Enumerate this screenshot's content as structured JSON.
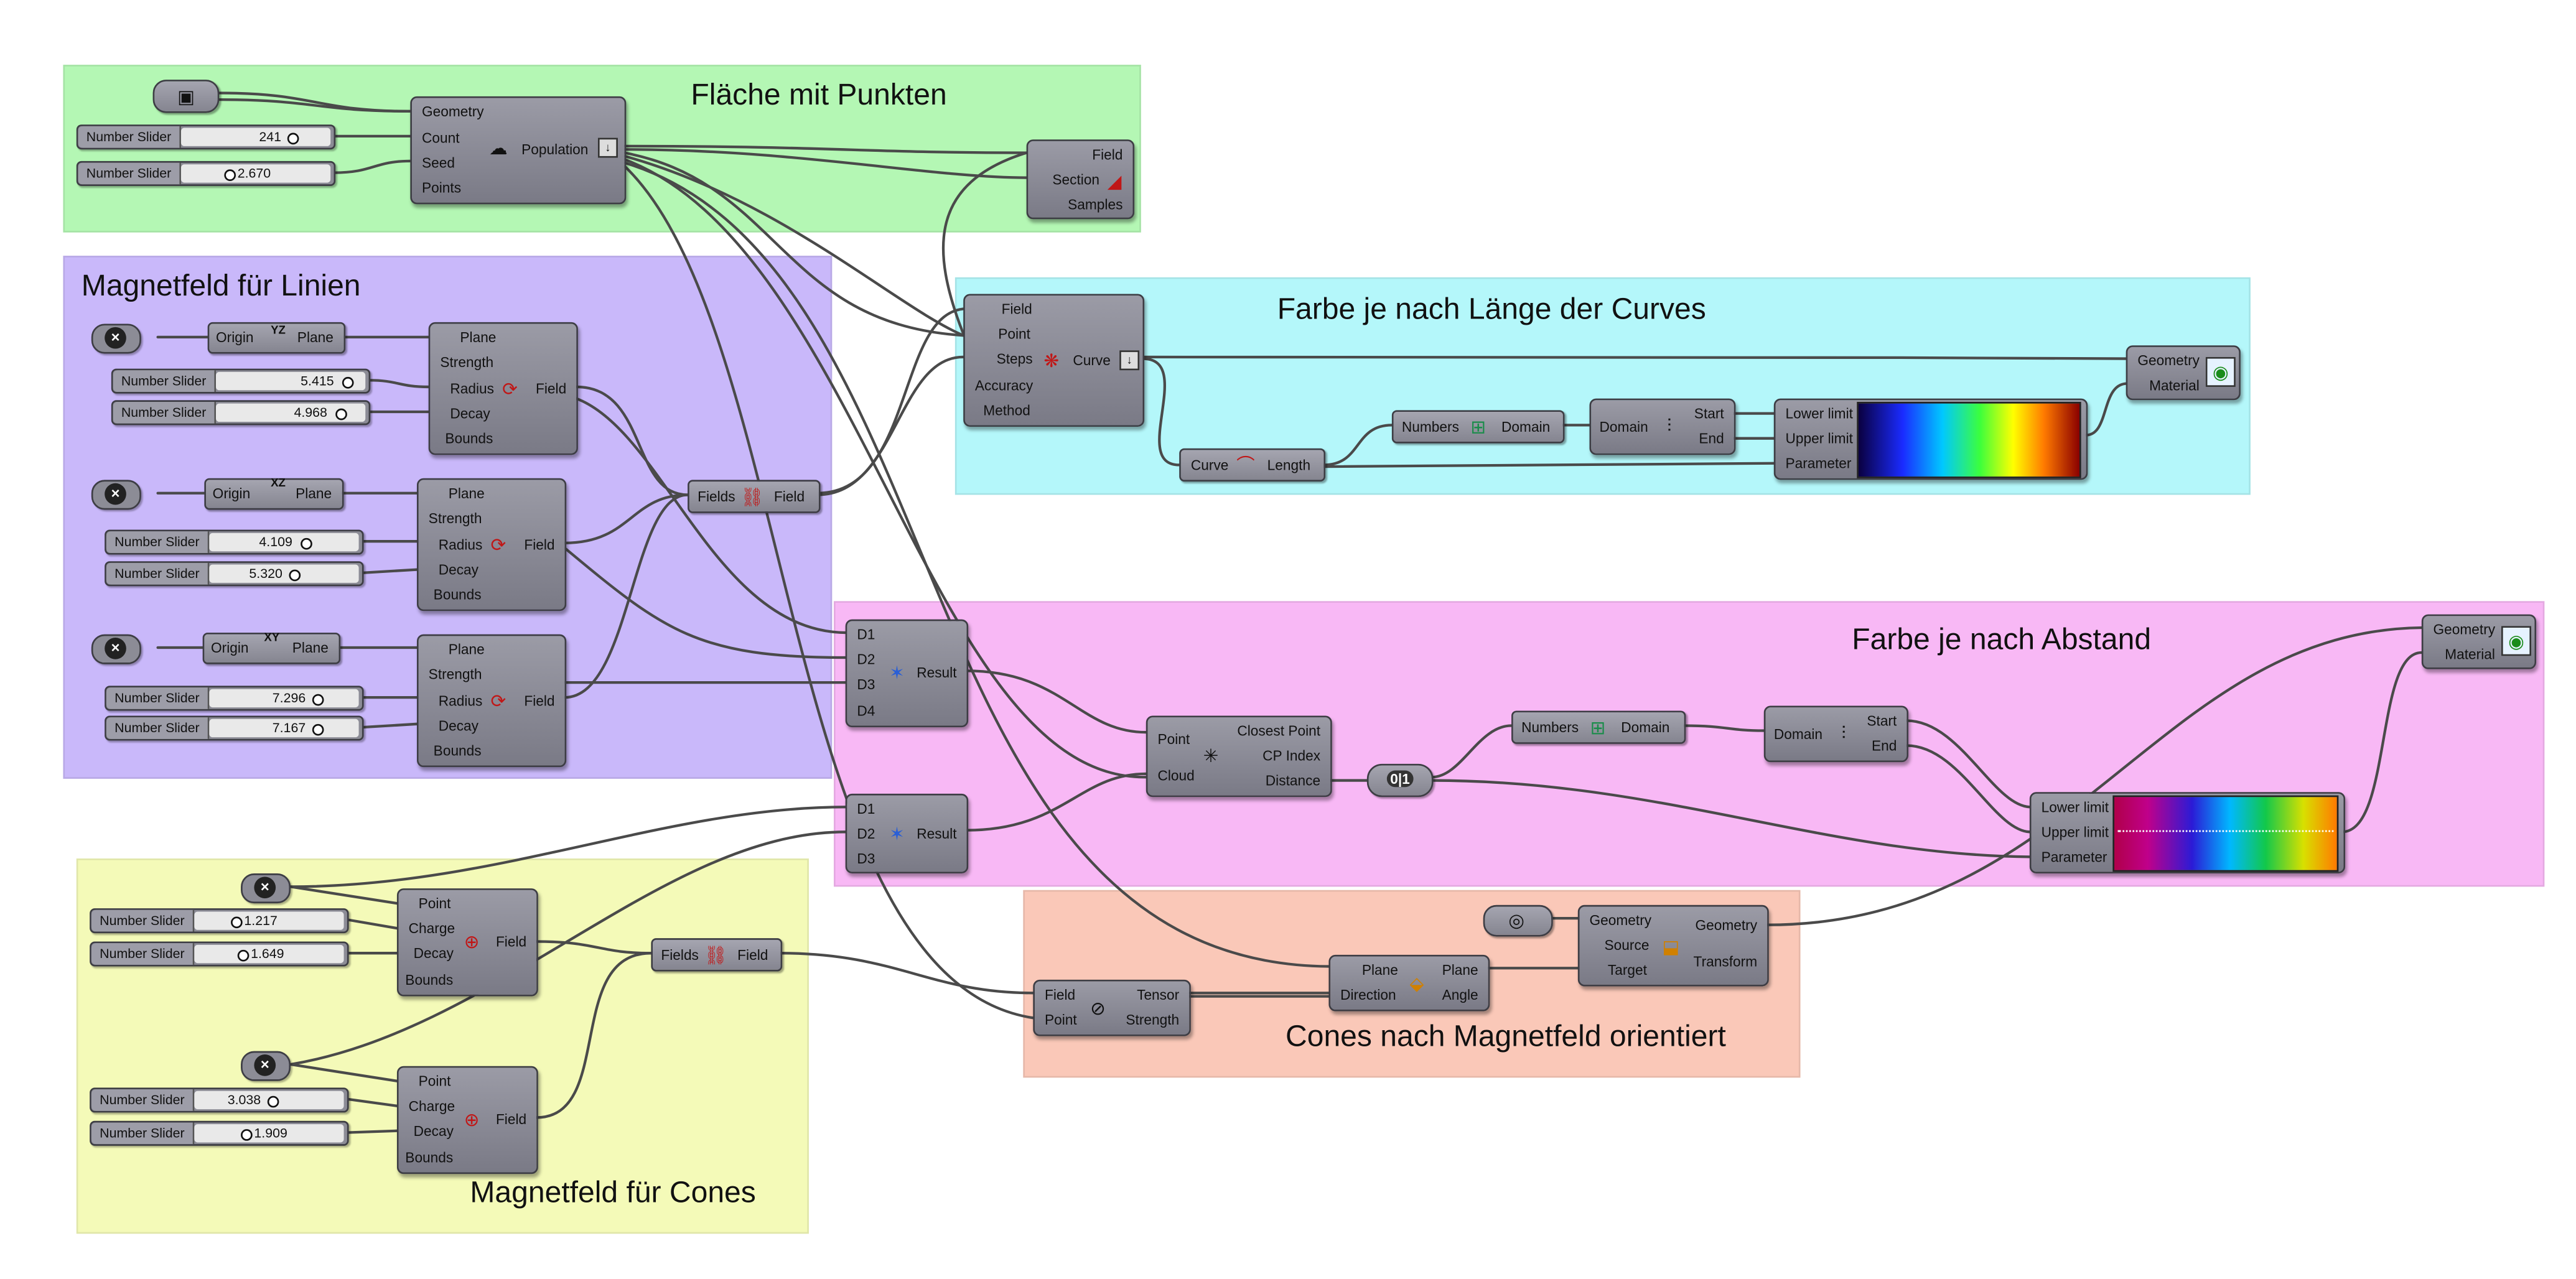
{
  "groups": {
    "flaeche": {
      "title": "Fläche mit Punkten",
      "color": "#b4f7b4"
    },
    "magnet_linien": {
      "title": "Magnetfeld für Linien",
      "color": "#c9b8fa"
    },
    "farbe_laenge": {
      "title": "Farbe je nach Länge der Curves",
      "color": "#b4f7fa"
    },
    "farbe_abstand": {
      "title": "Farbe je nach Abstand",
      "color": "#f8b8f5"
    },
    "cones": {
      "title": "Cones nach Magnetfeld orientiert",
      "color": "#fac8b8"
    },
    "magnet_cones": {
      "title": "Magnetfeld für Cones",
      "color": "#f4fab8"
    }
  },
  "sliders": [
    {
      "label": "Number Slider",
      "value": "241"
    },
    {
      "label": "Number Slider",
      "value": "2.670"
    },
    {
      "label": "Number Slider",
      "value": "5.415"
    },
    {
      "label": "Number Slider",
      "value": "4.968"
    },
    {
      "label": "Number Slider",
      "value": "4.109"
    },
    {
      "label": "Number Slider",
      "value": "5.320"
    },
    {
      "label": "Number Slider",
      "value": "7.296"
    },
    {
      "label": "Number Slider",
      "value": "7.167"
    },
    {
      "label": "Number Slider",
      "value": "1.217"
    },
    {
      "label": "Number Slider",
      "value": "1.649"
    },
    {
      "label": "Number Slider",
      "value": "3.038"
    },
    {
      "label": "Number Slider",
      "value": "1.909"
    }
  ],
  "population": {
    "inputs": [
      "Geometry",
      "Count",
      "Seed",
      "Points"
    ],
    "name": "Population"
  },
  "field_eval": {
    "inputs": [
      "Field",
      "Section",
      "Samples"
    ]
  },
  "planes": [
    {
      "origin": "Origin",
      "output": "Plane",
      "tag": "YZ"
    },
    {
      "origin": "Origin",
      "output": "Plane",
      "tag": "XZ"
    },
    {
      "origin": "Origin",
      "output": "Plane",
      "tag": "XY"
    }
  ],
  "spin_field": {
    "inputs": [
      "Plane",
      "Strength",
      "Radius",
      "Decay",
      "Bounds"
    ],
    "output": "Field"
  },
  "merge_fields": {
    "input": "Fields",
    "output": "Field"
  },
  "field_lines": {
    "inputs": [
      "Field",
      "Point",
      "Steps",
      "Accuracy",
      "Method"
    ],
    "output": "Curve"
  },
  "preview": {
    "inputs": [
      "Geometry",
      "Material"
    ]
  },
  "length_comp": {
    "input": "Curve",
    "output": "Length"
  },
  "bounds_comp": {
    "input": "Numbers",
    "output": "Domain"
  },
  "deconstruct_domain": {
    "input": "Domain",
    "outputs": [
      "Start",
      "End"
    ]
  },
  "gradient": {
    "inputs": [
      "Lower limit",
      "Upper limit",
      "Parameter"
    ]
  },
  "dist_comp": {
    "inputs4": [
      "D1",
      "D2",
      "D3",
      "D4"
    ],
    "inputs3": [
      "D1",
      "D2",
      "D3"
    ],
    "output": "Result"
  },
  "closest_point": {
    "inputs": [
      "Point",
      "Cloud"
    ],
    "outputs": [
      "Closest Point",
      "CP Index",
      "Distance"
    ]
  },
  "remap_label": "0|1",
  "point_charge": {
    "inputs": [
      "Point",
      "Charge",
      "Decay",
      "Bounds"
    ],
    "output": "Field"
  },
  "tensor": {
    "inputs": [
      "Field",
      "Point"
    ],
    "outputs": [
      "Tensor",
      "Strength"
    ]
  },
  "align_plane": {
    "inputs": [
      "Plane",
      "Direction"
    ],
    "outputs": [
      "Plane",
      "Angle"
    ]
  },
  "orient": {
    "inputs": [
      "Geometry",
      "Source",
      "Target"
    ],
    "outputs": [
      "Geometry",
      "Transform"
    ]
  },
  "colors": {
    "wire": "#555555",
    "component": "#8a8a95",
    "slider_track": "#e9e9e9"
  }
}
